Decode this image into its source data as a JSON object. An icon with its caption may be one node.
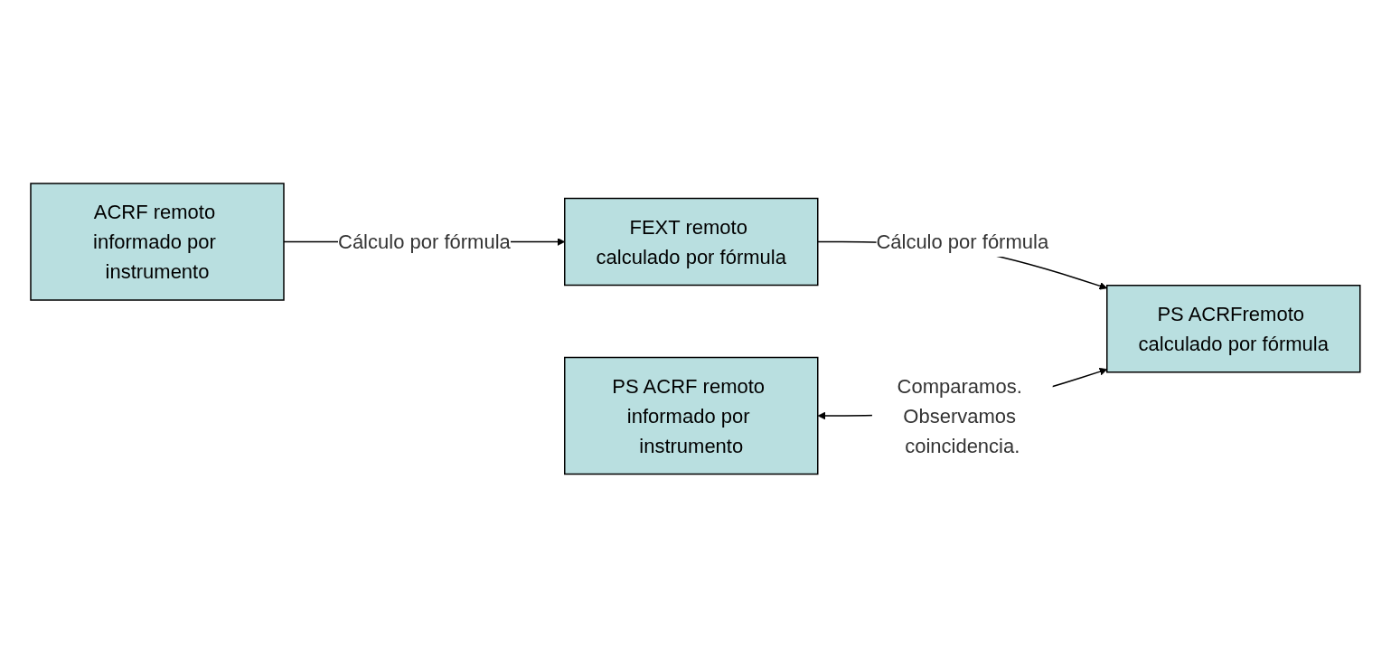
{
  "diagram": {
    "nodes": [
      {
        "text": [
          "ACRF remoto informado por instrumento"
        ]
      },
      {
        "text": [
          "FEXT remoto calculado por fórmula"
        ]
      },
      {
        "text": [
          "PS ACRFremoto calculado por fórmula"
        ]
      },
      {
        "text": [
          "PS ACRF remoto informado por instrumento"
        ]
      }
    ],
    "edges": [
      {
        "from": 0,
        "to": 1,
        "arrow": "to",
        "label": "Cálculo por fórmula"
      },
      {
        "from": 1,
        "to": 2,
        "arrow": "to",
        "label": "Cálculo por fórmula"
      },
      {
        "from": 3,
        "to": 2,
        "arrow": "both",
        "label": "Comparamos. Observamos coincidencia."
      }
    ]
  }
}
